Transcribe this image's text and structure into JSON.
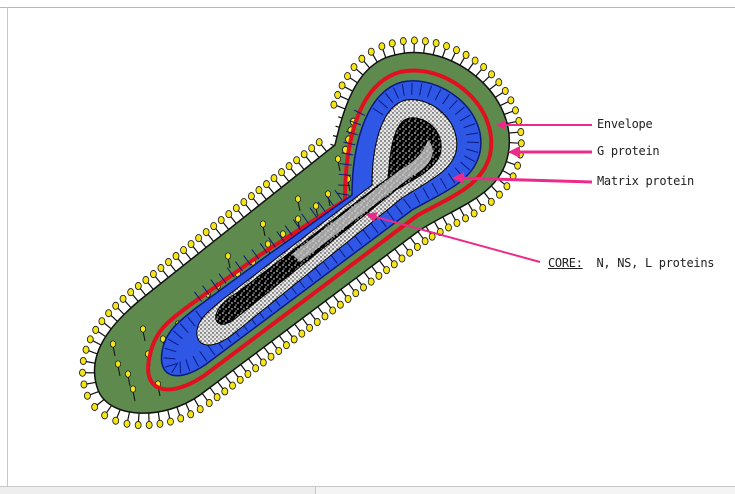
{
  "labels": {
    "envelope": "Envelope",
    "g_protein": "G protein",
    "matrix_protein": "Matrix protein",
    "core_prefix": "CORE:",
    "core_proteins": "N, NS, L proteins"
  },
  "colors": {
    "glycoprotein_layer": "#5e8a4e",
    "envelope": "#e01020",
    "matrix": "#2f57e6",
    "core": "#000000",
    "spike_head": "#f4e418",
    "arrow": "#ec2a8a"
  }
}
